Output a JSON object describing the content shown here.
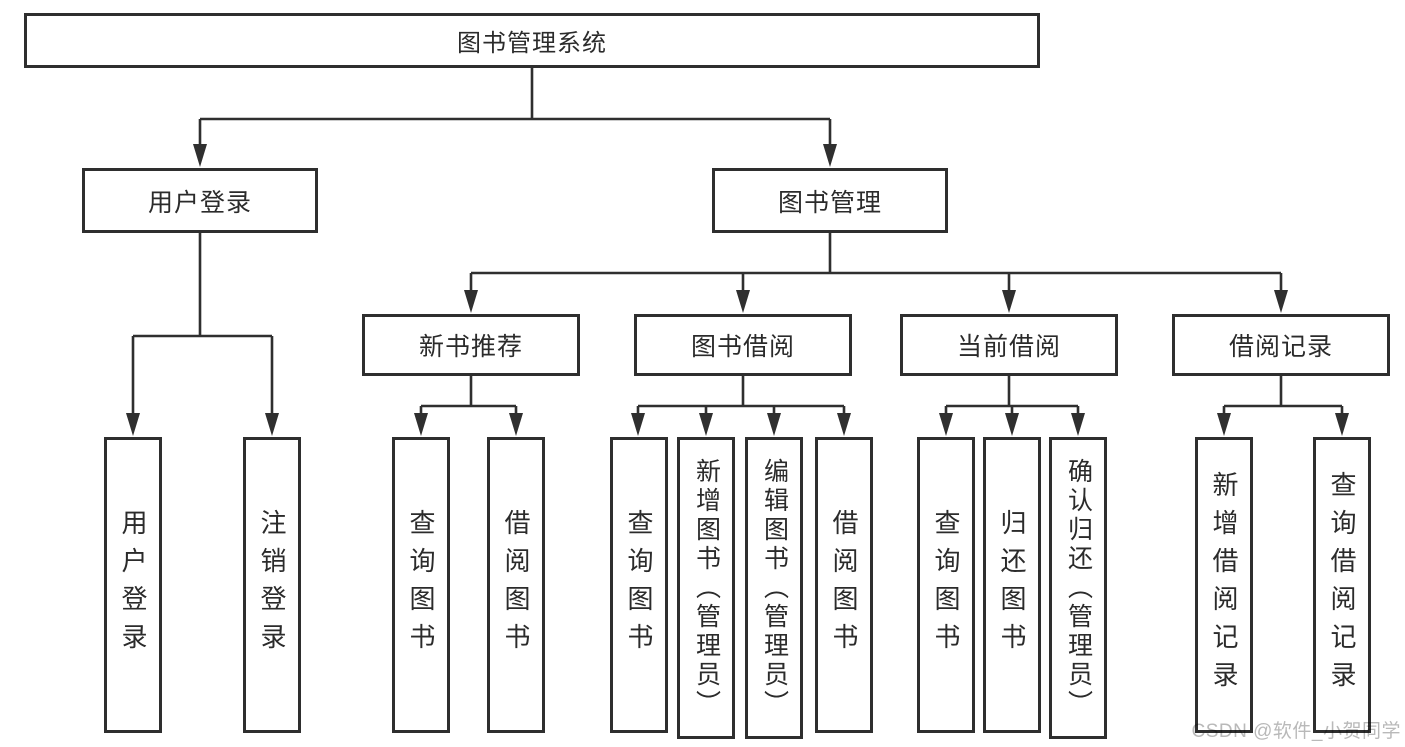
{
  "tree": {
    "root": {
      "label": "图书管理系统"
    },
    "branches": [
      {
        "label": "用户登录",
        "children": [
          "用户登录",
          "注销登录"
        ]
      },
      {
        "label": "图书管理",
        "children": [
          {
            "label": "新书推荐",
            "children": [
              "查询图书",
              "借阅图书"
            ]
          },
          {
            "label": "图书借阅",
            "children": [
              "查询图书",
              "新增图书（管理员）",
              "编辑图书（管理员）",
              "借阅图书"
            ]
          },
          {
            "label": "当前借阅",
            "children": [
              "查询图书",
              "归还图书",
              "确认归还（管理员）"
            ]
          },
          {
            "label": "借阅记录",
            "children": [
              "新增借阅记录",
              "查询借阅记录"
            ]
          }
        ]
      }
    ]
  },
  "watermark": "CSDN @软件_小贺同学",
  "colors": {
    "line": "#2f2f2f",
    "text": "#2b2b2b",
    "box_bg": "#ffffff",
    "watermark": "#b9b9b9"
  }
}
